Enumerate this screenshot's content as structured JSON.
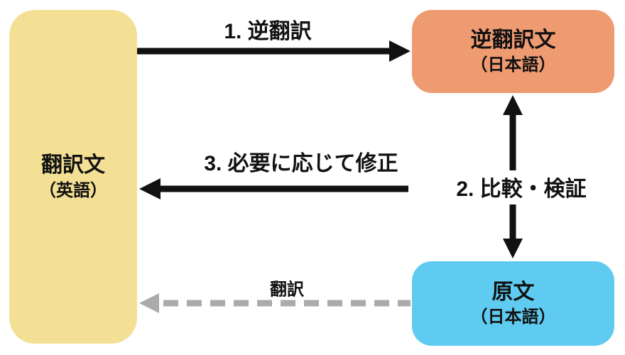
{
  "colors": {
    "node_translated": "#F4E095",
    "node_back_translation": "#EF9B72",
    "node_source": "#5FCBF0",
    "arrow": "#111111",
    "dashed_arrow": "#ABABAB",
    "text": "#111111"
  },
  "nodes": {
    "translated": {
      "label": "翻訳文",
      "sublabel": "（英語）"
    },
    "back_translation": {
      "label": "逆翻訳文",
      "sublabel": "（日本語）"
    },
    "source": {
      "label": "原文",
      "sublabel": "（日本語）"
    }
  },
  "edges": {
    "back_translate": {
      "label": "1. 逆翻訳",
      "style": "solid",
      "direction": "translated→back_translation"
    },
    "compare": {
      "label": "2. 比較・検証",
      "style": "solid-double",
      "direction": "back_translation↔source"
    },
    "revise": {
      "label": "3. 必要に応じて修正",
      "style": "solid",
      "direction": "→translated"
    },
    "translate": {
      "label": "翻訳",
      "style": "dashed",
      "direction": "source→translated"
    }
  }
}
